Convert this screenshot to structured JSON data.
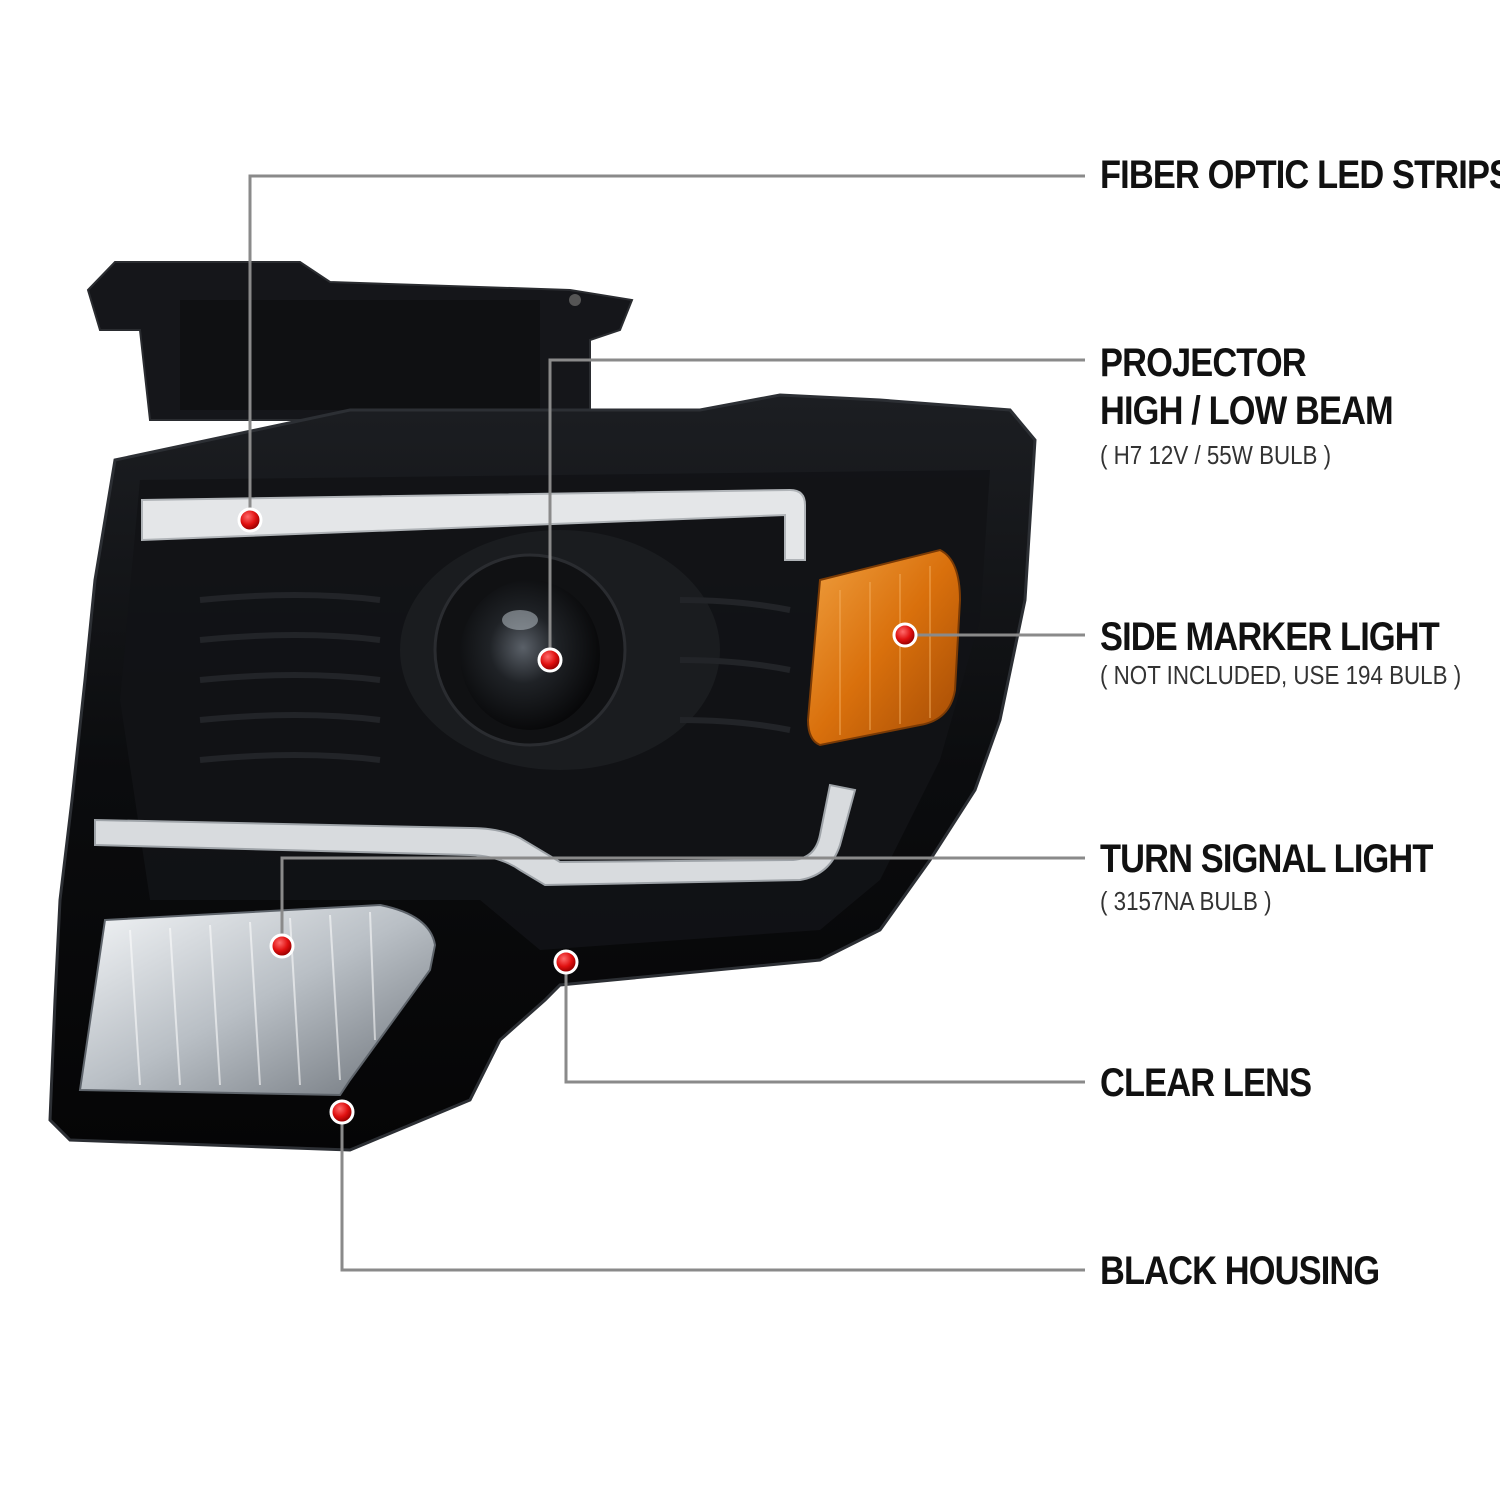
{
  "colors": {
    "accent_red": "#c8102e",
    "leader_gray": "#8a8a8a",
    "housing_black": "#0e0f11",
    "led_strip": "#e6e8ea",
    "amber": "#e07a10",
    "text_dark": "#111111"
  },
  "callouts": [
    {
      "id": "fiber-optic-led-strips",
      "title": "FIBER OPTIC LED STRIPS"
    },
    {
      "id": "projector",
      "title_line1": "PROJECTOR",
      "title_line2": "HIGH / LOW BEAM",
      "subtitle": "( H7  12V / 55W  BULB )"
    },
    {
      "id": "side-marker-light",
      "title": "SIDE MARKER LIGHT",
      "subtitle": "( NOT INCLUDED, USE  194  BULB )"
    },
    {
      "id": "turn-signal-light",
      "title": "TURN SIGNAL LIGHT",
      "subtitle": "( 3157NA  BULB )"
    },
    {
      "id": "clear-lens",
      "title": "CLEAR LENS"
    },
    {
      "id": "black-housing",
      "title": "BLACK HOUSING"
    }
  ]
}
